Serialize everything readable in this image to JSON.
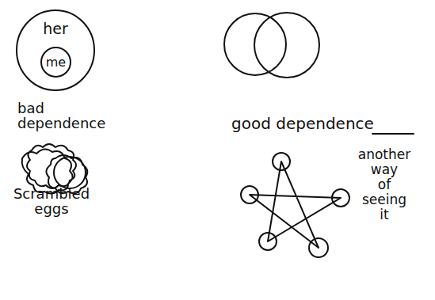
{
  "diagram": {
    "nodes": [
      {
        "text": [
          "her"
        ]
      },
      {
        "text": [
          "me"
        ],
        "in": 0
      }
    ],
    "labels": [
      "bad dependence",
      "good dependence",
      "Scrambled eggs",
      "another way of seeing it"
    ]
  }
}
